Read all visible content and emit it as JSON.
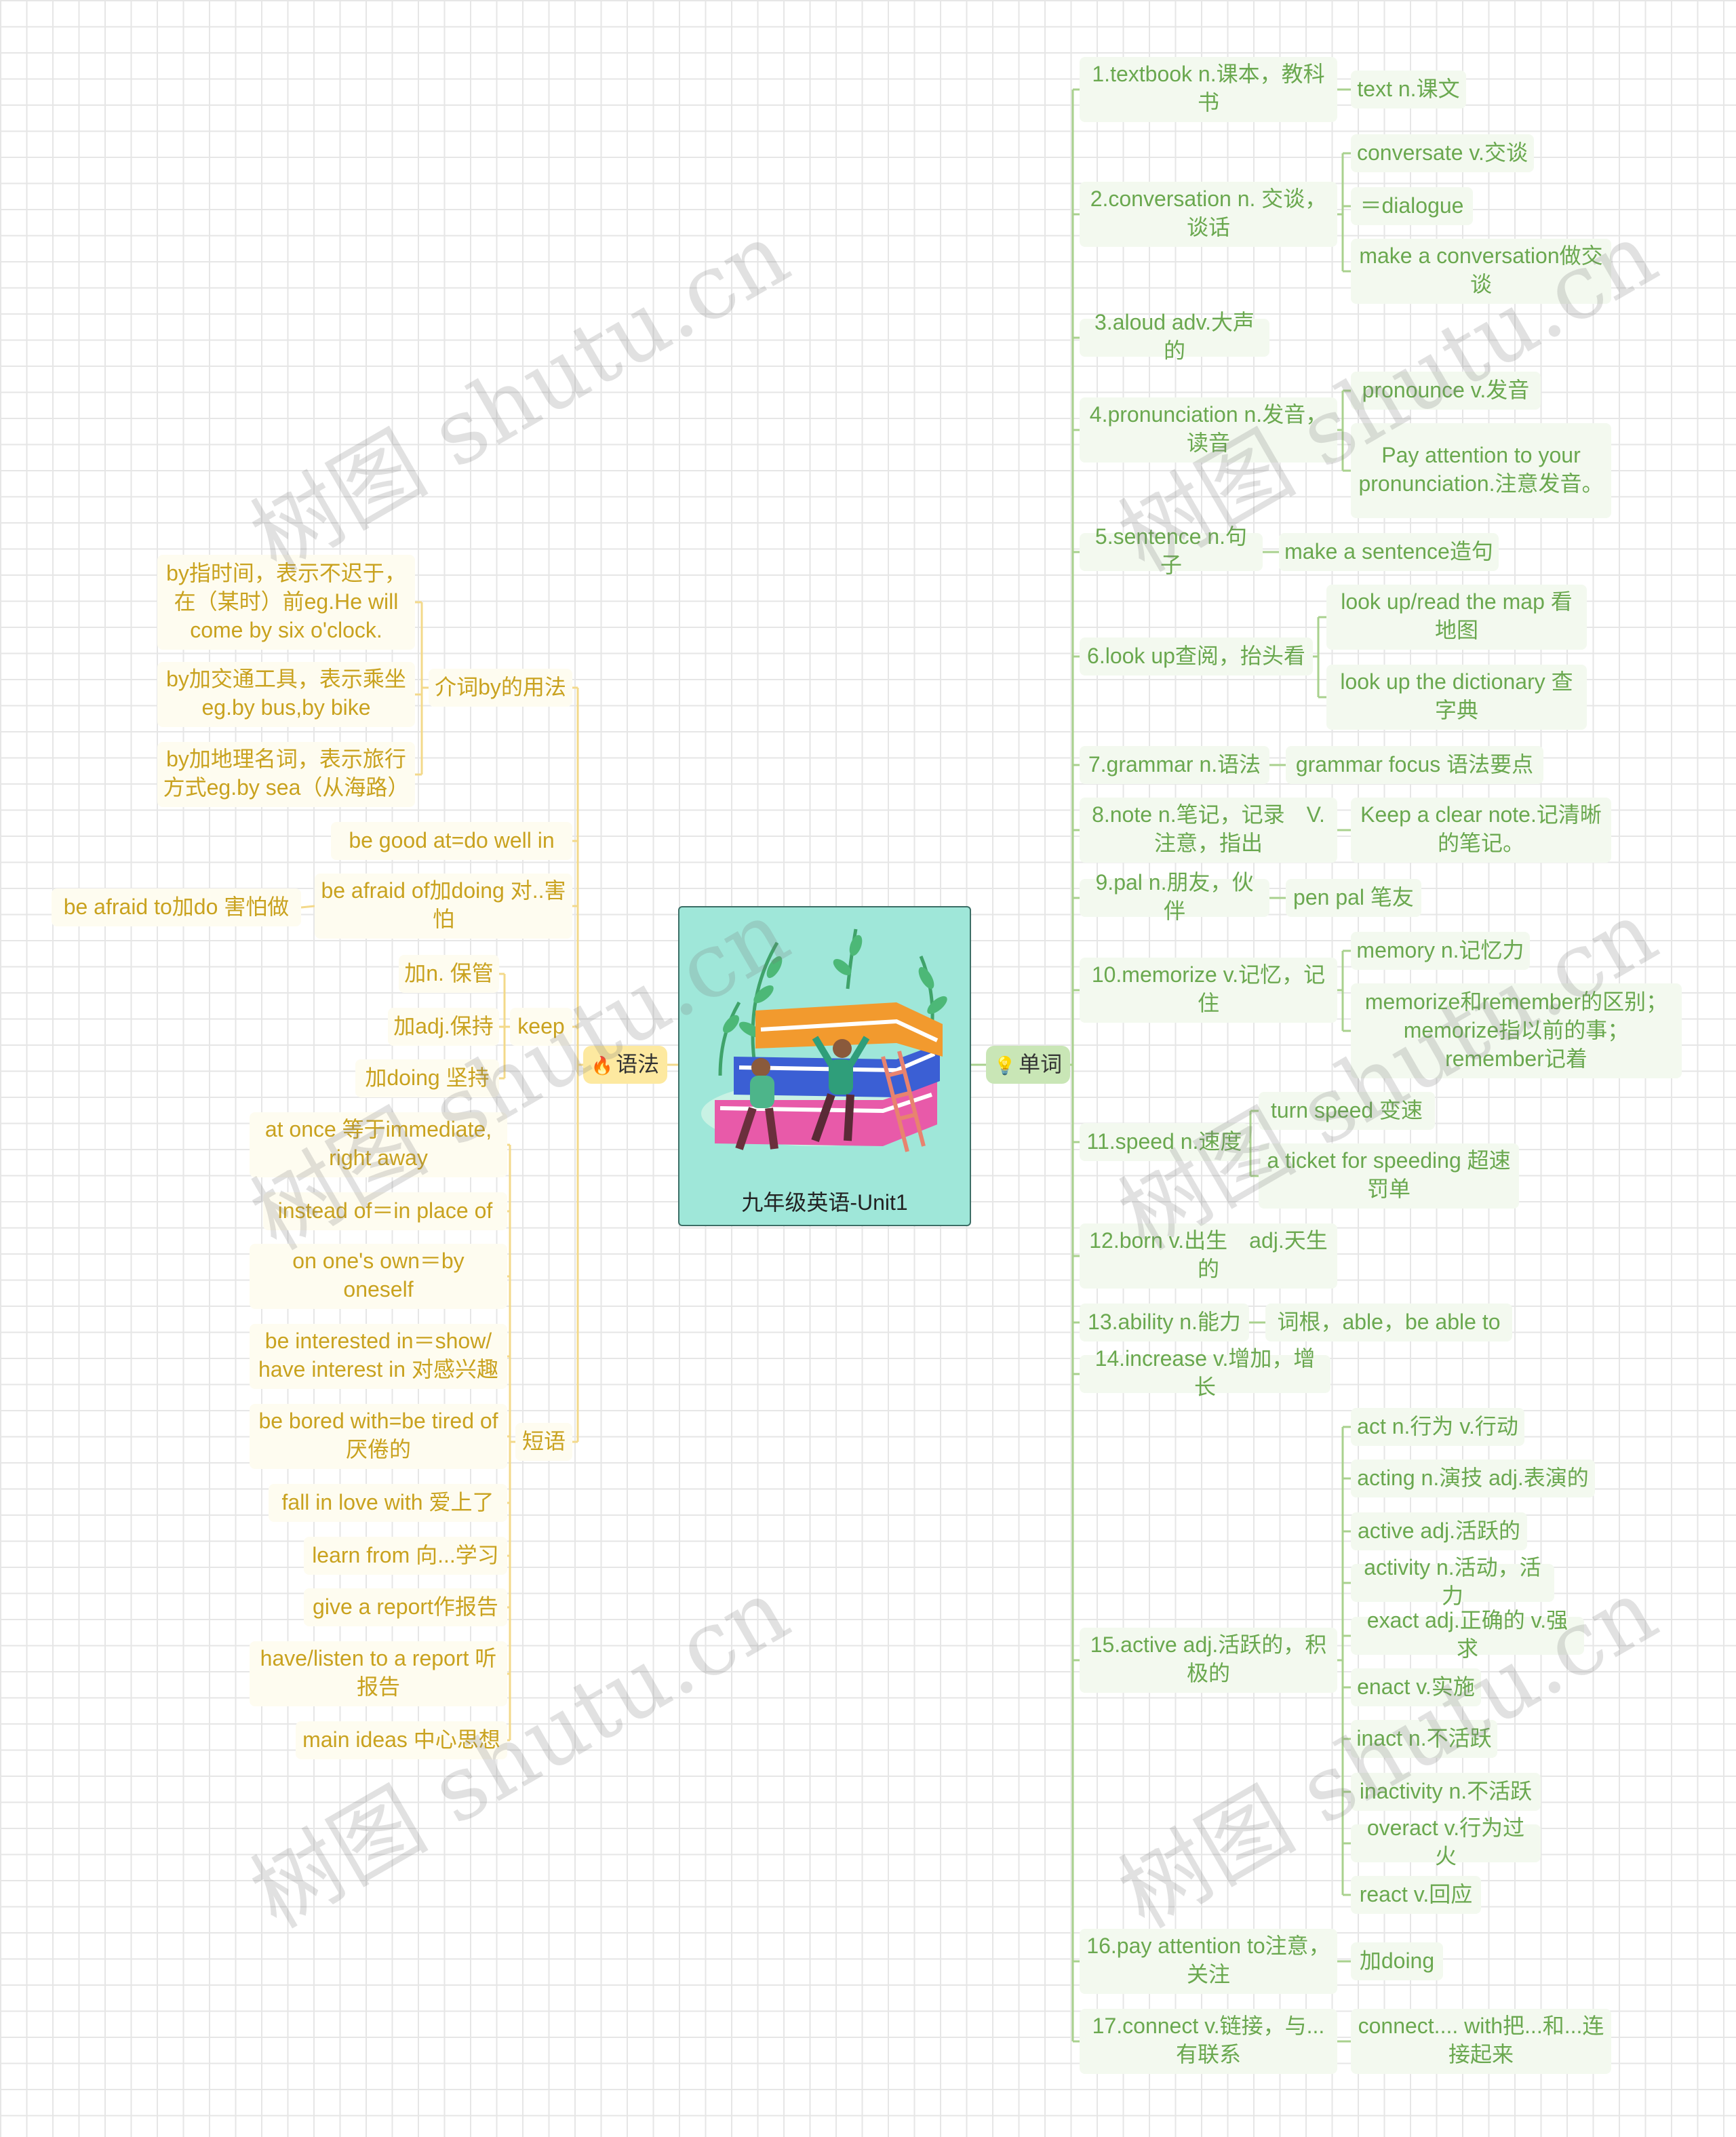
{
  "center": {
    "title": "九年级英语-Unit1"
  },
  "left_hub": {
    "label": "语法",
    "icon": "fire-icon"
  },
  "right_hub": {
    "label": "单词",
    "icon": "lightbulb-icon"
  },
  "grammar": {
    "by": {
      "label": "介词by的用法",
      "items": [
        "by指时间，表示不迟于，在（某时）前eg.He will come by six o'clock.",
        "by加交通工具，表示乘坐eg.by bus,by bike",
        "by加地理名词，表示旅行方式eg.by sea（从海路）"
      ]
    },
    "good_at": "be good at=do well in",
    "afraid": {
      "label": "be afraid of加doing 对..害怕",
      "child": "be afraid to加do 害怕做"
    },
    "keep": {
      "label": "keep",
      "items": [
        "加n. 保管",
        "加adj.保持",
        "加doing 坚持"
      ]
    },
    "phrases": {
      "label": "短语",
      "items": [
        "at once 等于immediate, right away",
        "instead of＝in place of",
        "on one's own＝by oneself",
        "be interested in＝show/ have interest in 对感兴趣",
        "be bored with=be tired of 厌倦的",
        "fall in love with 爱上了",
        "learn from 向...学习",
        "give a report作报告",
        "have/listen to a report 听报告",
        "main ideas 中心思想"
      ]
    }
  },
  "words": [
    {
      "label": "1.textbook  n.课本，教科书",
      "children": [
        "text n.课文"
      ]
    },
    {
      "label": "2.conversation n. 交谈，谈话",
      "children": [
        "conversate v.交谈",
        "＝dialogue",
        "make a conversation做交谈"
      ]
    },
    {
      "label": "3.aloud adv.大声的",
      "children": []
    },
    {
      "label": "4.pronunciation n.发音，读音",
      "children": [
        "pronounce v.发音",
        "Pay attention to your pronunciation.注意发音。"
      ]
    },
    {
      "label": "5.sentence n.句子",
      "children": [
        "make a sentence造句"
      ]
    },
    {
      "label": "6.look up查阅，抬头看",
      "children": [
        "look up/read the map 看地图",
        "look up the dictionary 查字典"
      ]
    },
    {
      "label": "7.grammar n.语法",
      "children": [
        "grammar focus 语法要点"
      ]
    },
    {
      "label": "8.note n.笔记，记录　V.注意，指出",
      "children": [
        "Keep a clear note.记清晰的笔记。"
      ]
    },
    {
      "label": "9.pal n.朋友，伙伴",
      "children": [
        "pen pal 笔友"
      ]
    },
    {
      "label": "10.memorize v.记忆，记住",
      "children": [
        "memory n.记忆力",
        "memorize和remember的区别；memorize指以前的事；remember记着"
      ]
    },
    {
      "label": "11.speed n.速度",
      "children": [
        "turn speed 变速",
        "a ticket for speeding 超速罚单"
      ]
    },
    {
      "label": "12.born v.出生　adj.天生的",
      "children": []
    },
    {
      "label": "13.ability n.能力",
      "children": [
        "词根，able，be able to"
      ]
    },
    {
      "label": "14.increase v.增加，增长",
      "children": []
    },
    {
      "label": "15.active adj.活跃的，积极的",
      "children": [
        "act n.行为 v.行动",
        "acting n.演技 adj.表演的",
        "active adj.活跃的",
        "activity n.活动，活力",
        "exact adj.正确的 v.强求",
        "enact v.实施",
        "inact n.不活跃",
        "inactivity n.不活跃",
        "overact v.行为过火",
        "react v.回应"
      ]
    },
    {
      "label": "16.pay attention to注意，关注",
      "children": [
        "加doing"
      ]
    },
    {
      "label": "17.connect v.链接，与...有联系",
      "children": [
        "connect.... with把...和...连接起来"
      ]
    }
  ],
  "watermark": "树图 shutu.cn",
  "colors": {
    "green": "#6aa84f",
    "green_bg": "#f3f9ef",
    "yellow": "#c9a21f",
    "yellow_bg": "#fefcf0",
    "center_bg": "#9fe7d9",
    "left_hub_bg": "#fde9a0",
    "right_hub_bg": "#c9e6b6"
  }
}
